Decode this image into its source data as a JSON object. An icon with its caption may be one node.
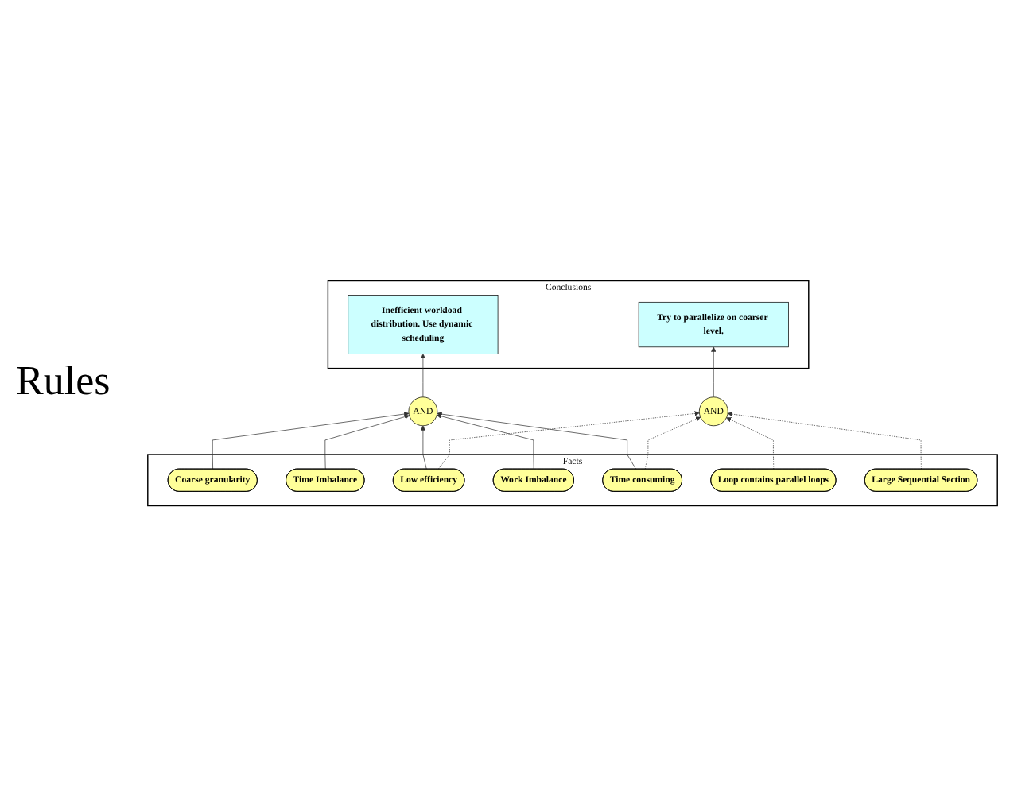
{
  "diagram": {
    "nodes": [
      {
        "text": [
          "Conclusions"
        ]
      },
      {
        "text": [
          "Inefficient workload distribution. Use dynamic scheduling"
        ],
        "in": 0
      },
      {
        "text": [
          "Try to parallelize on coarser level."
        ],
        "in": 0
      },
      {
        "text": [
          "AND"
        ]
      },
      {
        "text": [
          "AND"
        ]
      },
      {
        "text": [
          "Facts"
        ]
      },
      {
        "text": [
          "Coarse granularity"
        ],
        "in": 5
      },
      {
        "text": [
          "Time Imbalance"
        ],
        "in": 5
      },
      {
        "text": [
          "Low efficiency"
        ],
        "in": 5
      },
      {
        "text": [
          "Work Imbalance"
        ],
        "in": 5
      },
      {
        "text": [
          "Time consuming"
        ],
        "in": 5
      },
      {
        "text": [
          "Loop contains parallel loops"
        ],
        "in": 5
      },
      {
        "text": [
          "Large Sequential Section"
        ],
        "in": 5
      }
    ],
    "edges": [
      {
        "from": 3,
        "to": 1,
        "arrow": "to"
      },
      {
        "from": 4,
        "to": 2,
        "arrow": "to"
      },
      {
        "from": 6,
        "to": 3,
        "arrow": "to"
      },
      {
        "from": 9,
        "to": 3,
        "arrow": "to"
      },
      {
        "from": 7,
        "to": 3,
        "arrow": "to"
      },
      {
        "from": 10,
        "to": 3,
        "arrow": "to"
      },
      {
        "from": 8,
        "to": 3,
        "arrow": "to"
      },
      {
        "from": 11,
        "to": 4,
        "arrow": "to",
        "style": "dashed"
      },
      {
        "from": 12,
        "to": 4,
        "arrow": "to",
        "style": "dashed"
      },
      {
        "from": 10,
        "to": 4,
        "arrow": "to",
        "style": "dashed"
      },
      {
        "from": 8,
        "to": 4,
        "arrow": "to",
        "style": "dashed"
      }
    ],
    "labels": [
      "Rules"
    ]
  }
}
